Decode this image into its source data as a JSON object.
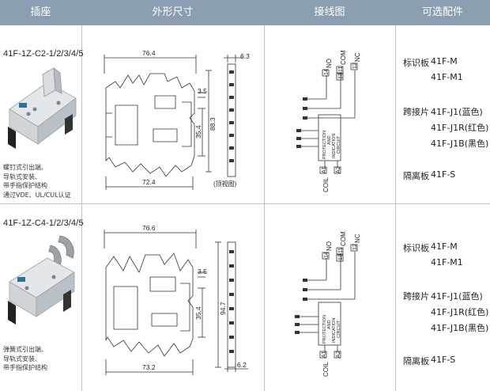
{
  "header": {
    "col1": "插座",
    "col2": "外形尺寸",
    "col3": "接线图",
    "col4": "可选配件"
  },
  "rows": [
    {
      "part_no": "41F-1Z-C2-1/2/3/4/5",
      "features": [
        "螺钉式引出端、",
        "导轨式安装、",
        "带手指保护结构",
        "通过VDE、UL/CUL认证"
      ],
      "dims": {
        "width": "76.4",
        "bottom": "72.4",
        "side": "6.3",
        "pitch": "3.5",
        "inner_h": "35.4",
        "height": "88.3",
        "view_note": "(顶视图)"
      },
      "wiring": {
        "no": "NO",
        "com": "COM",
        "nc": "NC",
        "t14": "14",
        "t11": "11",
        "t12": "12",
        "t13": "13",
        "a1": "A1",
        "a2": "A2",
        "coil": "COIL",
        "box": [
          "PROTECTION",
          "AND",
          "INDICATION",
          "CIRCUIT"
        ]
      },
      "accessories": {
        "label_plate": "标识板",
        "label_plate_1": "41F-M",
        "label_plate_2": "41F-M1",
        "jumper": "跨接片",
        "jumper_1": "41F-J1(蓝色)",
        "jumper_2": "41F-J1R(红色)",
        "jumper_3": "41F-J1B(黑色)",
        "separator": "隔离板",
        "separator_1": "41F-S"
      }
    },
    {
      "part_no": "41F-1Z-C4-1/2/3/4/5",
      "features": [
        "弹簧式引出端、",
        "导轨式安装、",
        "带手指保护结构"
      ],
      "dims": {
        "width": "76.6",
        "bottom": "73.2",
        "side": "6.2",
        "pitch": "3.5",
        "inner_h": "35.4",
        "height": "94.7"
      },
      "wiring": {
        "no": "NO",
        "com": "COM",
        "nc": "NC",
        "t14": "14",
        "t11": "11",
        "t12": "12",
        "t13": "13",
        "a1": "A1",
        "a2": "A2",
        "coil": "COIL",
        "box": [
          "PROTECTION",
          "AND",
          "INDICATION",
          "CIRCUIT"
        ]
      },
      "accessories": {
        "label_plate": "标识板",
        "label_plate_1": "41F-M",
        "label_plate_2": "41F-M1",
        "jumper": "跨接片",
        "jumper_1": "41F-J1(蓝色)",
        "jumper_2": "41F-J1R(红色)",
        "jumper_3": "41F-J1B(黑色)",
        "separator": "隔离板",
        "separator_1": "41F-S"
      }
    }
  ]
}
